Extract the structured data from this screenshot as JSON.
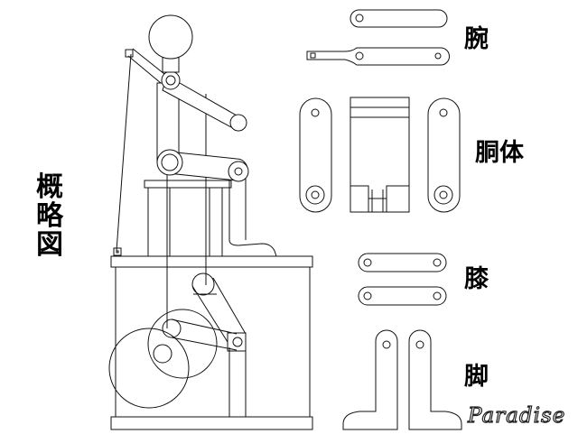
{
  "labels": {
    "overview": [
      "概",
      "略",
      "図"
    ],
    "arm": "腕",
    "torso": "胴体",
    "knee": "膝",
    "leg": "脚"
  },
  "logo": "Paradise",
  "colors": {
    "line": "#111111",
    "background": "#ffffff"
  }
}
